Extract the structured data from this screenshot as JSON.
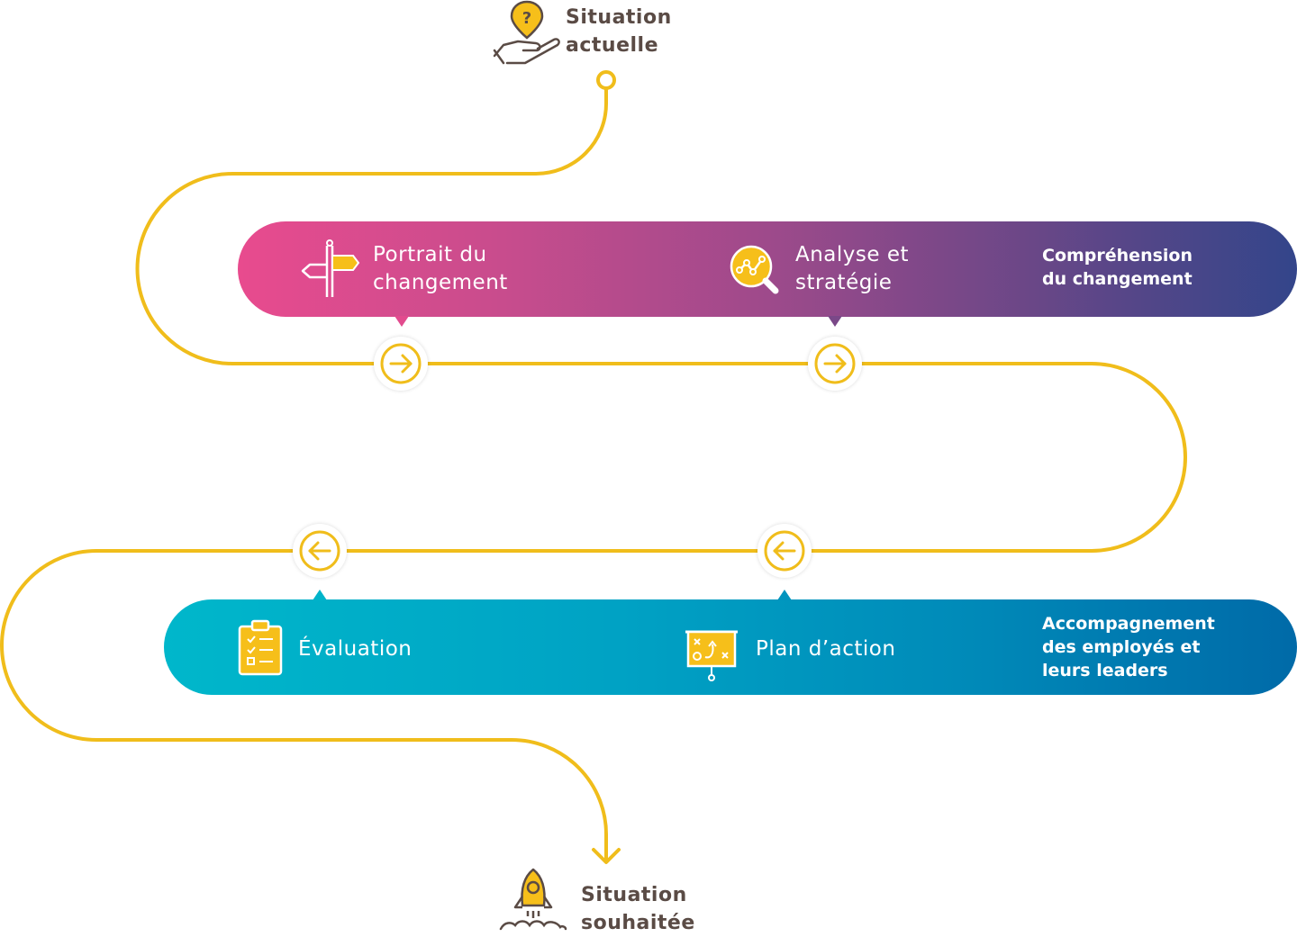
{
  "colors": {
    "path": "#f0bd1b",
    "icon_fill": "#f6bf1a",
    "dark_text": "#5a4b45",
    "band_top_start": "#e84b8e",
    "band_top_end": "#33458a",
    "band_bottom_start": "#00b7cb",
    "band_bottom_end": "#006aa8"
  },
  "start": {
    "label": "Situation\nactuelle",
    "icon": "hand-question-pin-icon"
  },
  "end": {
    "label": "Situation\nsouhaitée",
    "icon": "rocket-launch-icon"
  },
  "band_top": {
    "group_label": "Compréhension\ndu changement",
    "steps": [
      {
        "label": "Portrait du\nchangement",
        "icon": "signpost-icon",
        "direction": "right-arrow-icon"
      },
      {
        "label": "Analyse et\nstratégie",
        "icon": "magnifier-chart-icon",
        "direction": "right-arrow-icon"
      }
    ]
  },
  "band_bottom": {
    "group_label": "Accompagnement\ndes employés et\nleurs leaders",
    "steps": [
      {
        "label": "Évaluation",
        "icon": "clipboard-checklist-icon",
        "direction": "left-arrow-icon"
      },
      {
        "label": "Plan d’action",
        "icon": "strategy-board-icon",
        "direction": "left-arrow-icon"
      }
    ]
  }
}
